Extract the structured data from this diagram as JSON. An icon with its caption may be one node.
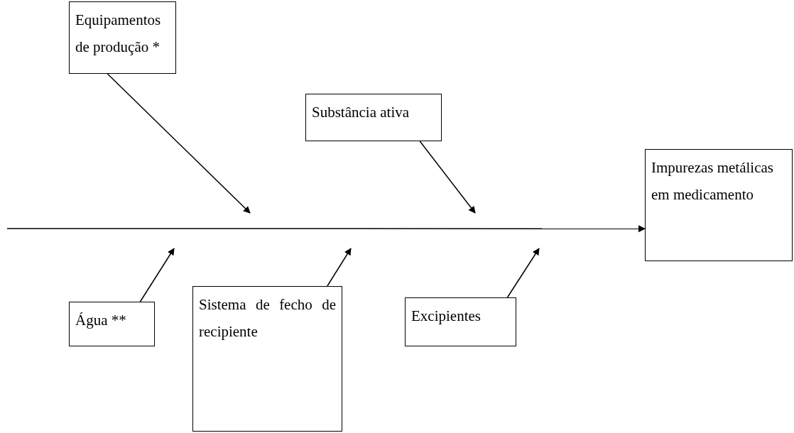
{
  "diagram": {
    "nodes": [
      {
        "text": [
          "Equipamentos de produção *"
        ]
      },
      {
        "text": [
          "Substância ativa"
        ]
      },
      {
        "text": [
          "Impurezas metálicas em medicamento"
        ]
      },
      {
        "text": [
          "Água **"
        ]
      },
      {
        "text": [
          "Sistema de fecho de recipiente"
        ]
      },
      {
        "text": [
          "Excipientes"
        ]
      }
    ],
    "edges": [
      {
        "from": null,
        "to": 2,
        "arrow": "to"
      },
      {
        "from": 0,
        "to": null,
        "arrow": "to"
      },
      {
        "from": 1,
        "to": null,
        "arrow": "to"
      },
      {
        "from": 3,
        "to": null,
        "arrow": "to"
      },
      {
        "from": 4,
        "to": null,
        "arrow": "to"
      },
      {
        "from": 5,
        "to": null,
        "arrow": "to"
      }
    ]
  }
}
